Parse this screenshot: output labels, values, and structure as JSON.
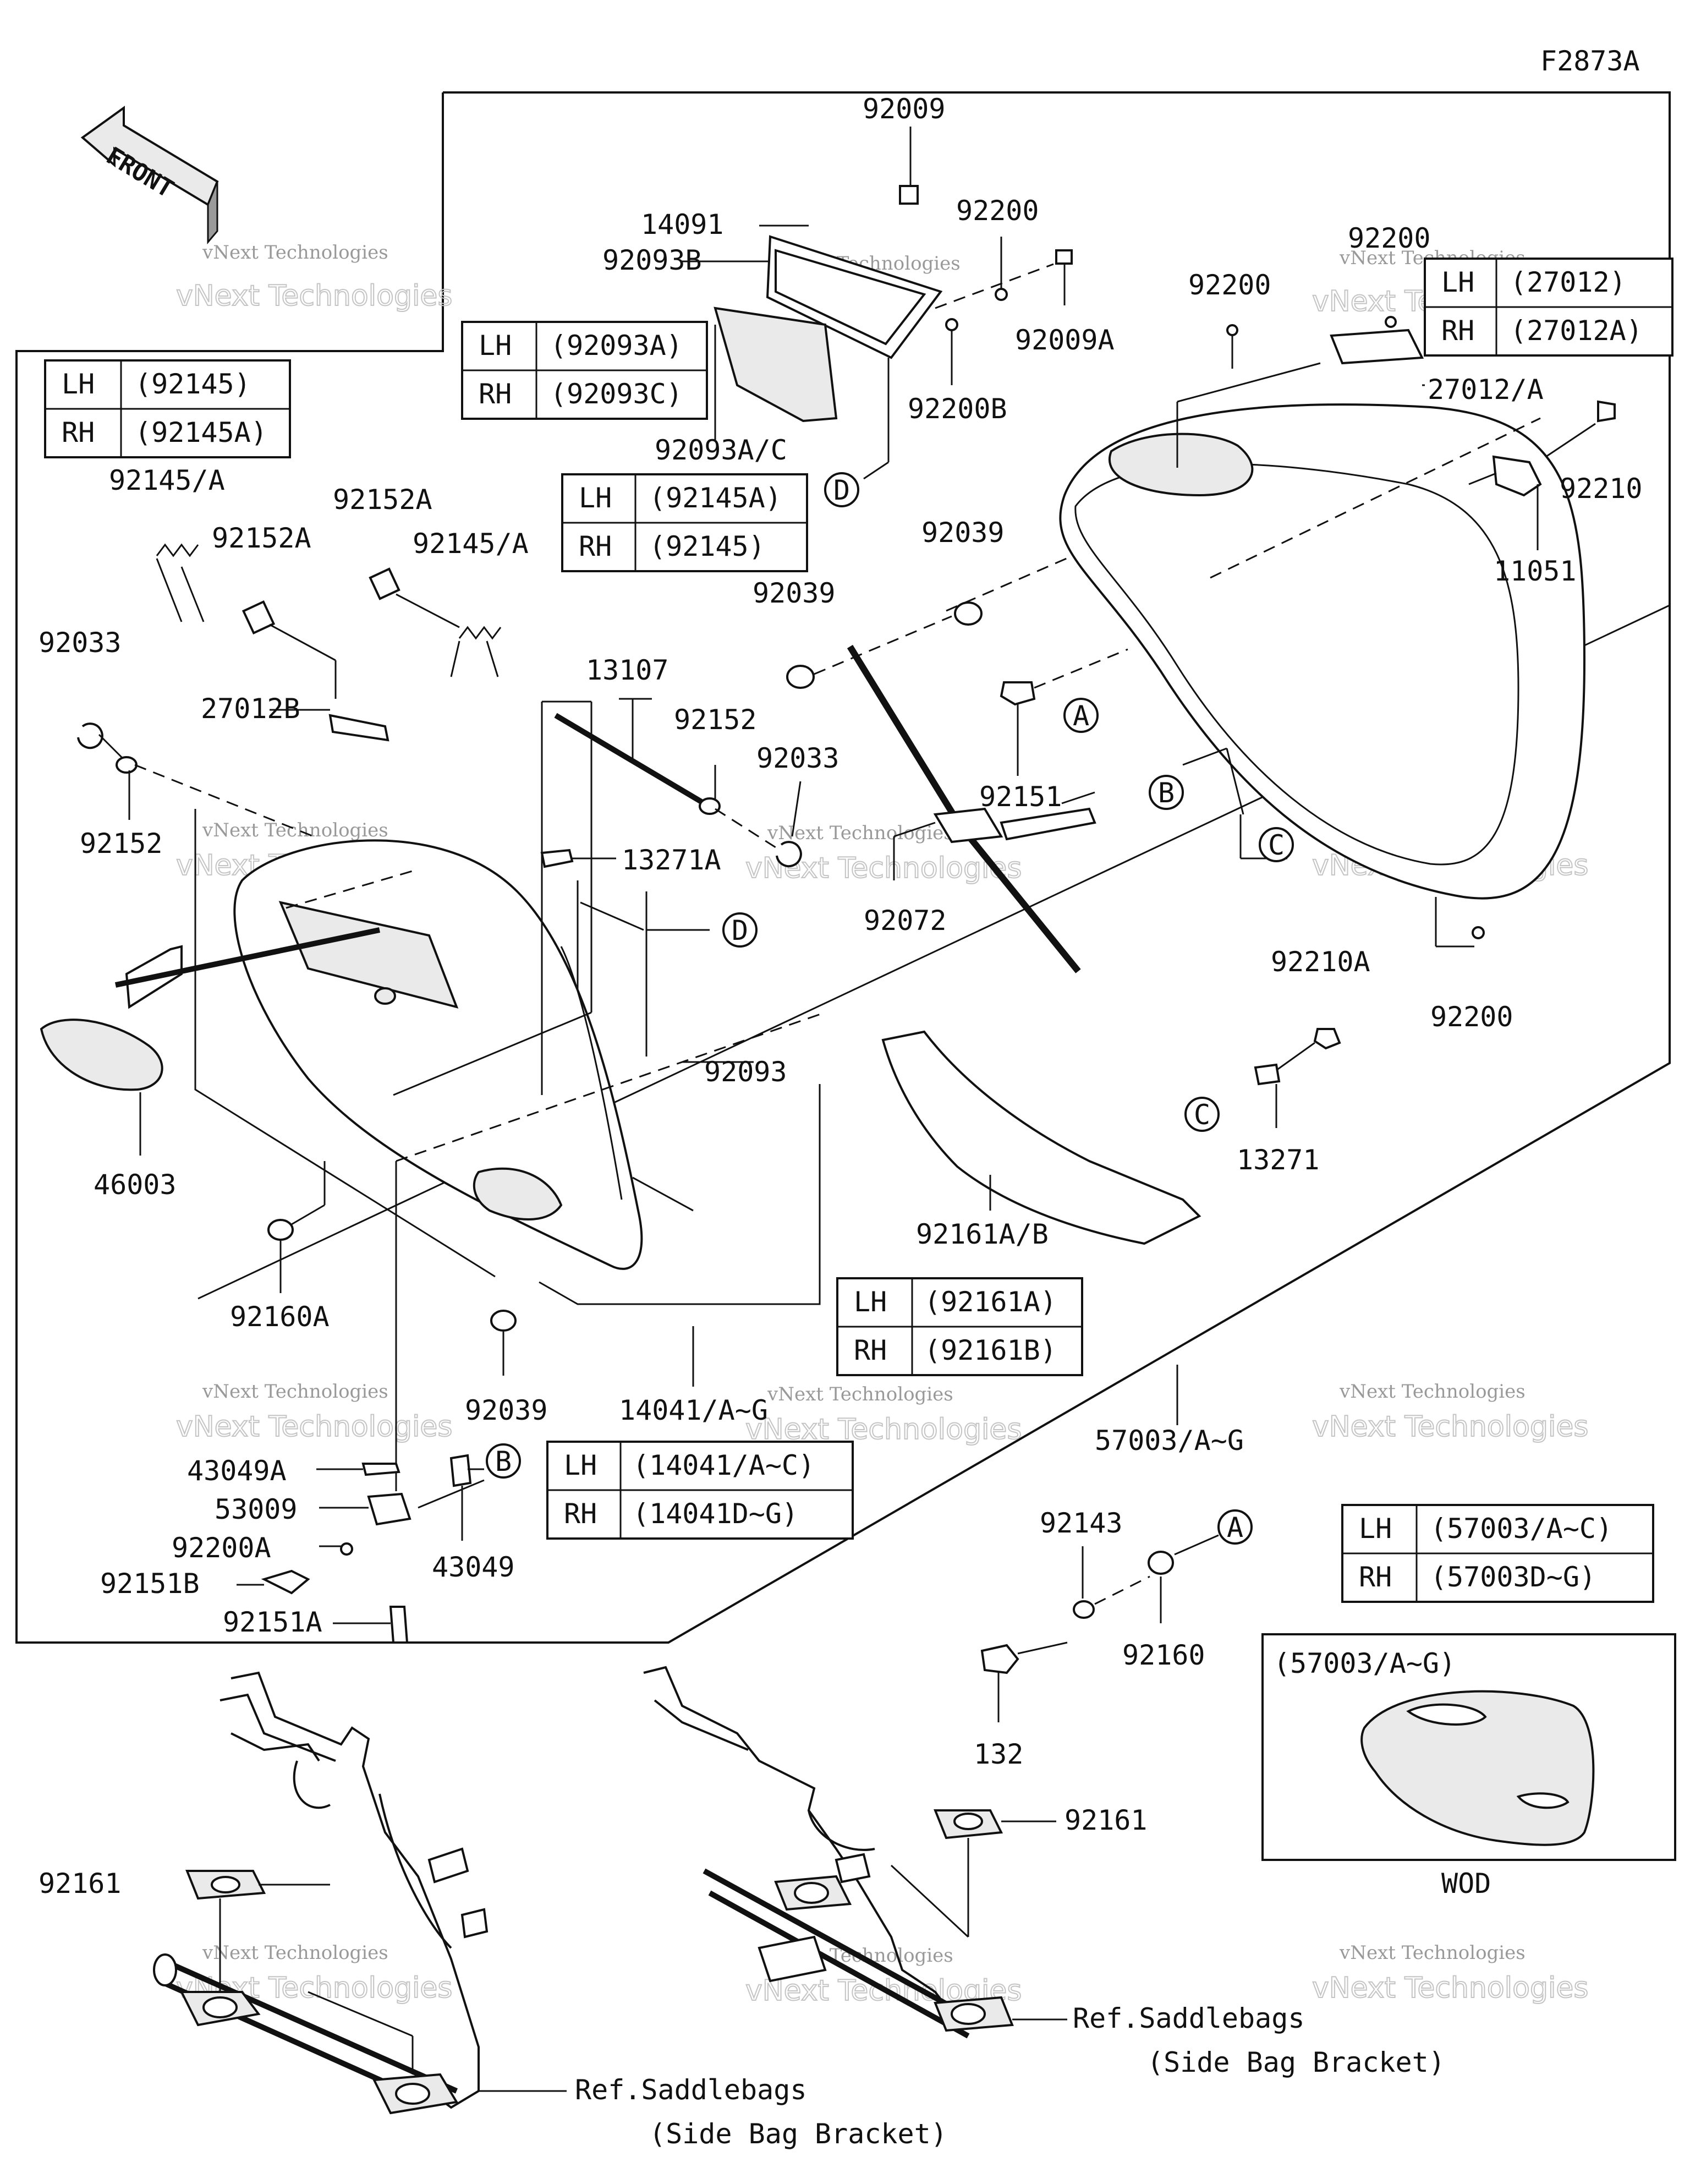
{
  "figure_code": "F2873A",
  "front_label": "FRONT",
  "watermark": {
    "line1": "vNext Technologies",
    "line2": "vNext Technologies"
  },
  "part_labels": {
    "p92009": "92009",
    "p14091": "14091",
    "p92093B": "92093B",
    "p92200_top": "92200",
    "p92009A": "92009A",
    "p92200B": "92200B",
    "p92093AC": "92093A/C",
    "p92200_mid": "92200",
    "p92200_right": "92200",
    "p27012A_slash": "27012/A",
    "p92210": "92210",
    "p11051": "11051",
    "p92039_r": "92039",
    "p92039_l": "92039",
    "p92151": "92151",
    "p92200_low": "92200",
    "p92210A": "92210A",
    "p13271": "13271",
    "p92145A_left": "92145/A",
    "p92152A_left": "92152A",
    "p92152A_mid": "92152A",
    "p92145A_mid": "92145/A",
    "p92033_left": "92033",
    "p27012B": "27012B",
    "p92152_left": "92152",
    "p13107": "13107",
    "p92152_mid": "92152",
    "p92033_mid": "92033",
    "p13271A": "13271A",
    "p92072": "92072",
    "p92093": "92093",
    "p46003": "46003",
    "p92160A": "92160A",
    "p92039_bottom": "92039",
    "p14041": "14041/A~G",
    "p92161AB": "92161A/B",
    "p57003": "57003/A~G",
    "p43049A": "43049A",
    "p53009": "53009",
    "p92200A": "92200A",
    "p92151B": "92151B",
    "p92151A": "92151A",
    "p43049": "43049",
    "p92143": "92143",
    "p92160": "92160",
    "p132": "132",
    "p92161_left": "92161",
    "p92161_right": "92161"
  },
  "callouts": {
    "A": "A",
    "B": "B",
    "C": "C",
    "D": "D"
  },
  "tables": {
    "t92093": {
      "lh_label": "LH",
      "lh_value": "(92093A)",
      "rh_label": "RH",
      "rh_value": "(92093C)"
    },
    "t92145_left": {
      "lh_label": "LH",
      "lh_value": "(92145)",
      "rh_label": "RH",
      "rh_value": "(92145A)"
    },
    "t92145_mid": {
      "lh_label": "LH",
      "lh_value": "(92145A)",
      "rh_label": "RH",
      "rh_value": "(92145)"
    },
    "t27012": {
      "lh_label": "LH",
      "lh_value": "(27012)",
      "rh_label": "RH",
      "rh_value": "(27012A)"
    },
    "t92161": {
      "lh_label": "LH",
      "lh_value": "(92161A)",
      "rh_label": "RH",
      "rh_value": "(92161B)"
    },
    "t14041": {
      "lh_label": "LH",
      "lh_value": "(14041/A~C)",
      "rh_label": "RH",
      "rh_value": "(14041D~G)"
    },
    "t57003": {
      "lh_label": "LH",
      "lh_value": "(57003/A~C)",
      "rh_label": "RH",
      "rh_value": "(57003D~G)"
    }
  },
  "inset": {
    "title": "(57003/A~G)",
    "caption": "WOD"
  },
  "refs": {
    "left_line1": "Ref.Saddlebags",
    "left_line2": "(Side Bag Bracket)",
    "right_line1": "Ref.Saddlebags",
    "right_line2": "(Side Bag Bracket)"
  }
}
